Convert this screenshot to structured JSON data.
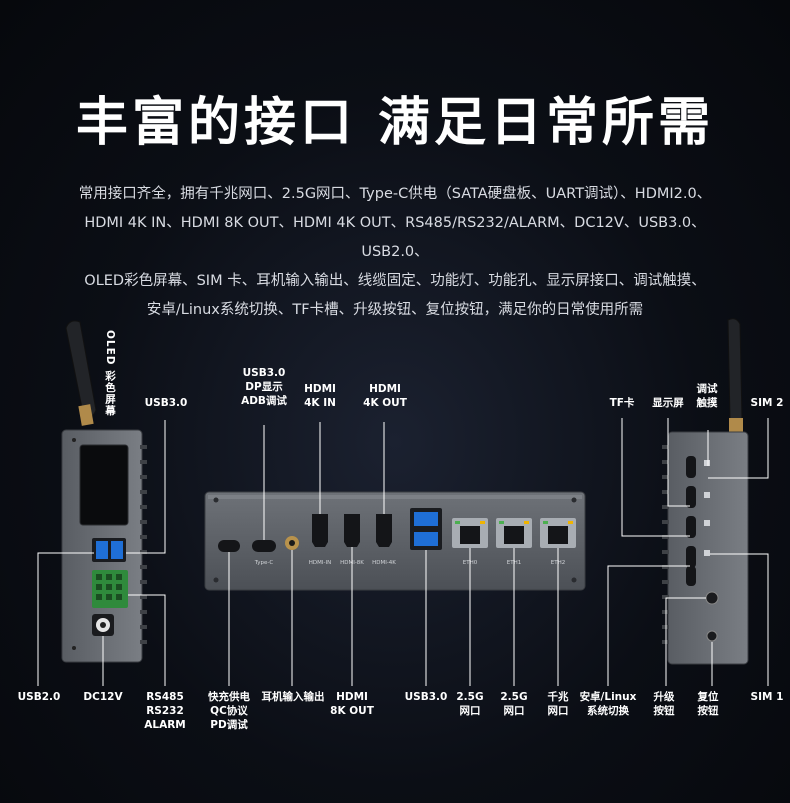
{
  "title": "丰富的接口 满足日常所需",
  "description": [
    "常用接口齐全，拥有千兆网口、2.5G网口、Type-C供电（SATA硬盘板、UART调试）、HDMI2.0、",
    "HDMI 4K IN、HDMI 8K OUT、HDMI 4K OUT、RS485/RS232/ALARM、DC12V、USB3.0、USB2.0、",
    "OLED彩色屏幕、SIM 卡、耳机输入输出、线缆固定、功能灯、功能孔、显示屏接口、调试触摸、",
    "安卓/Linux系统切换、TF卡槽、升级按钮、复位按钮，满足你的日常使用所需"
  ],
  "top_labels": {
    "oled": "OLED 彩色屏幕",
    "usb30_left": "USB3.0",
    "typec": "USB3.0\nDP显示\nADB调试",
    "hdmi_in": "HDMI\n4K IN",
    "hdmi_4k_out": "HDMI\n4K OUT",
    "tf": "TF卡",
    "display": "显示屏",
    "debug_touch": "调试\n触摸",
    "sim2": "SIM 2"
  },
  "bottom_labels": {
    "usb20": "USB2.0",
    "dc12v": "DC12V",
    "rs485": "RS485\nRS232\nALARM",
    "fast_charge": "快充供电\nQC协议\nPD调试",
    "audio": "耳机输入输出",
    "hdmi_8k": "HDMI\n8K OUT",
    "usb30": "USB3.0",
    "lan25_1": "2.5G\n网口",
    "lan25_2": "2.5G\n网口",
    "lan_gbe": "千兆\n网口",
    "os_switch": "安卓/Linux\n系统切换",
    "upgrade": "升级\n按钮",
    "reset": "复位\n按钮",
    "sim1": "SIM 1"
  },
  "device_print": {
    "typec": "Type-C",
    "hdmi_in": "HDMI-IN",
    "hdmi_8k": "HDMI-8K",
    "hdmi_4k": "HDMI-4K",
    "eth0": "ETH0",
    "eth1": "ETH1",
    "eth2": "ETH2"
  }
}
